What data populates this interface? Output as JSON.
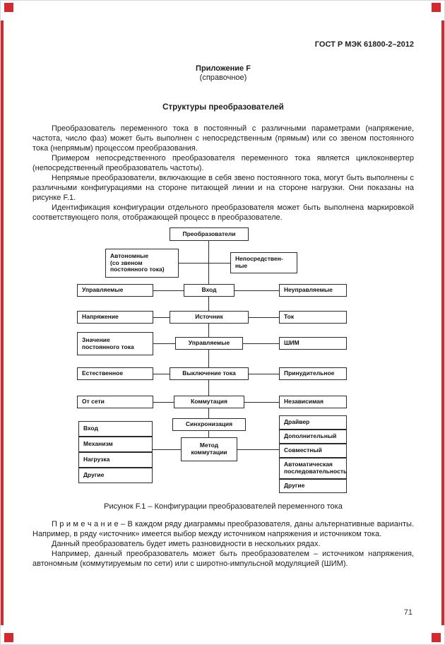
{
  "doc": {
    "header": "ГОСТ Р МЭК 61800-2–2012",
    "annex_title": "Приложение F",
    "annex_subtitle": "(справочное)",
    "section_title": "Структуры преобразователей",
    "paragraphs": [
      "Преобразователь переменного тока в постоянный с различными параметрами (напряжение, частота, число фаз) может быть выполнен с непосредственным (прямым) или со звеном постоянного тока (непрямым) процессом преобразования.",
      "Примером непосредственного преобразователя переменного тока является циклоконвертер (непосредственный преобразователь частоты).",
      "Непрямые преобразователи, включающие в себя звено постоянного тока, могут быть выполнены с различными конфигурациями на стороне питающей линии и на стороне нагрузки. Они показаны на рисунке F.1.",
      "Идентификация конфигурации отдельного преобразователя может быть выполнена маркировкой соответствующего поля, отображающей процесс в преобразователе.",
      "Данный преобразователь будет иметь разновидности в нескольких рядах.",
      "Например, данный преобразователь может быть преобразователем – источником напряжения, автономным (коммутируемым по сети) или с широтно-импульсной модуляцией (ШИМ)."
    ],
    "figure_caption": "Рисунок F.1 – Конфигурации преобразователей переменного тока",
    "note": "П р и м е ч а н и е  – В каждом ряду диаграммы преобразователя, даны альтернативные варианты. Например, в ряду «источник» имеется выбор между источником напряжения и источником тока.",
    "page_number": "71"
  },
  "diagram": {
    "root": "Преобразователи",
    "autonomous": "Автономные\n(со звеном\nпостоянного тока)",
    "direct": "Непосредствен-\nные",
    "input_left": "Управляемые",
    "input": "Вход",
    "input_right": "Неуправляемые",
    "source_left": "Напряжение",
    "source": "Источник",
    "source_right": "Ток",
    "controlled_left": "Значение\nпостоянного тока",
    "controlled": "Управляемые",
    "controlled_right": "ШИМ",
    "turnoff_left": "Естественное",
    "turnoff": "Выключение тока",
    "turnoff_right": "Принудительное",
    "commutation_left": "От сети",
    "commutation": "Коммутация",
    "commutation_right": "Независимая",
    "sync": "Синхронизация",
    "method": "Метод\nкоммутации",
    "sync_sources": [
      "Вход",
      "Механизм",
      "Нагрузка",
      "Другие"
    ],
    "methods": [
      "Драйвер",
      "Дополнительный",
      "Совместный",
      "Автоматическая\nпоследовательность",
      "Другие"
    ]
  }
}
